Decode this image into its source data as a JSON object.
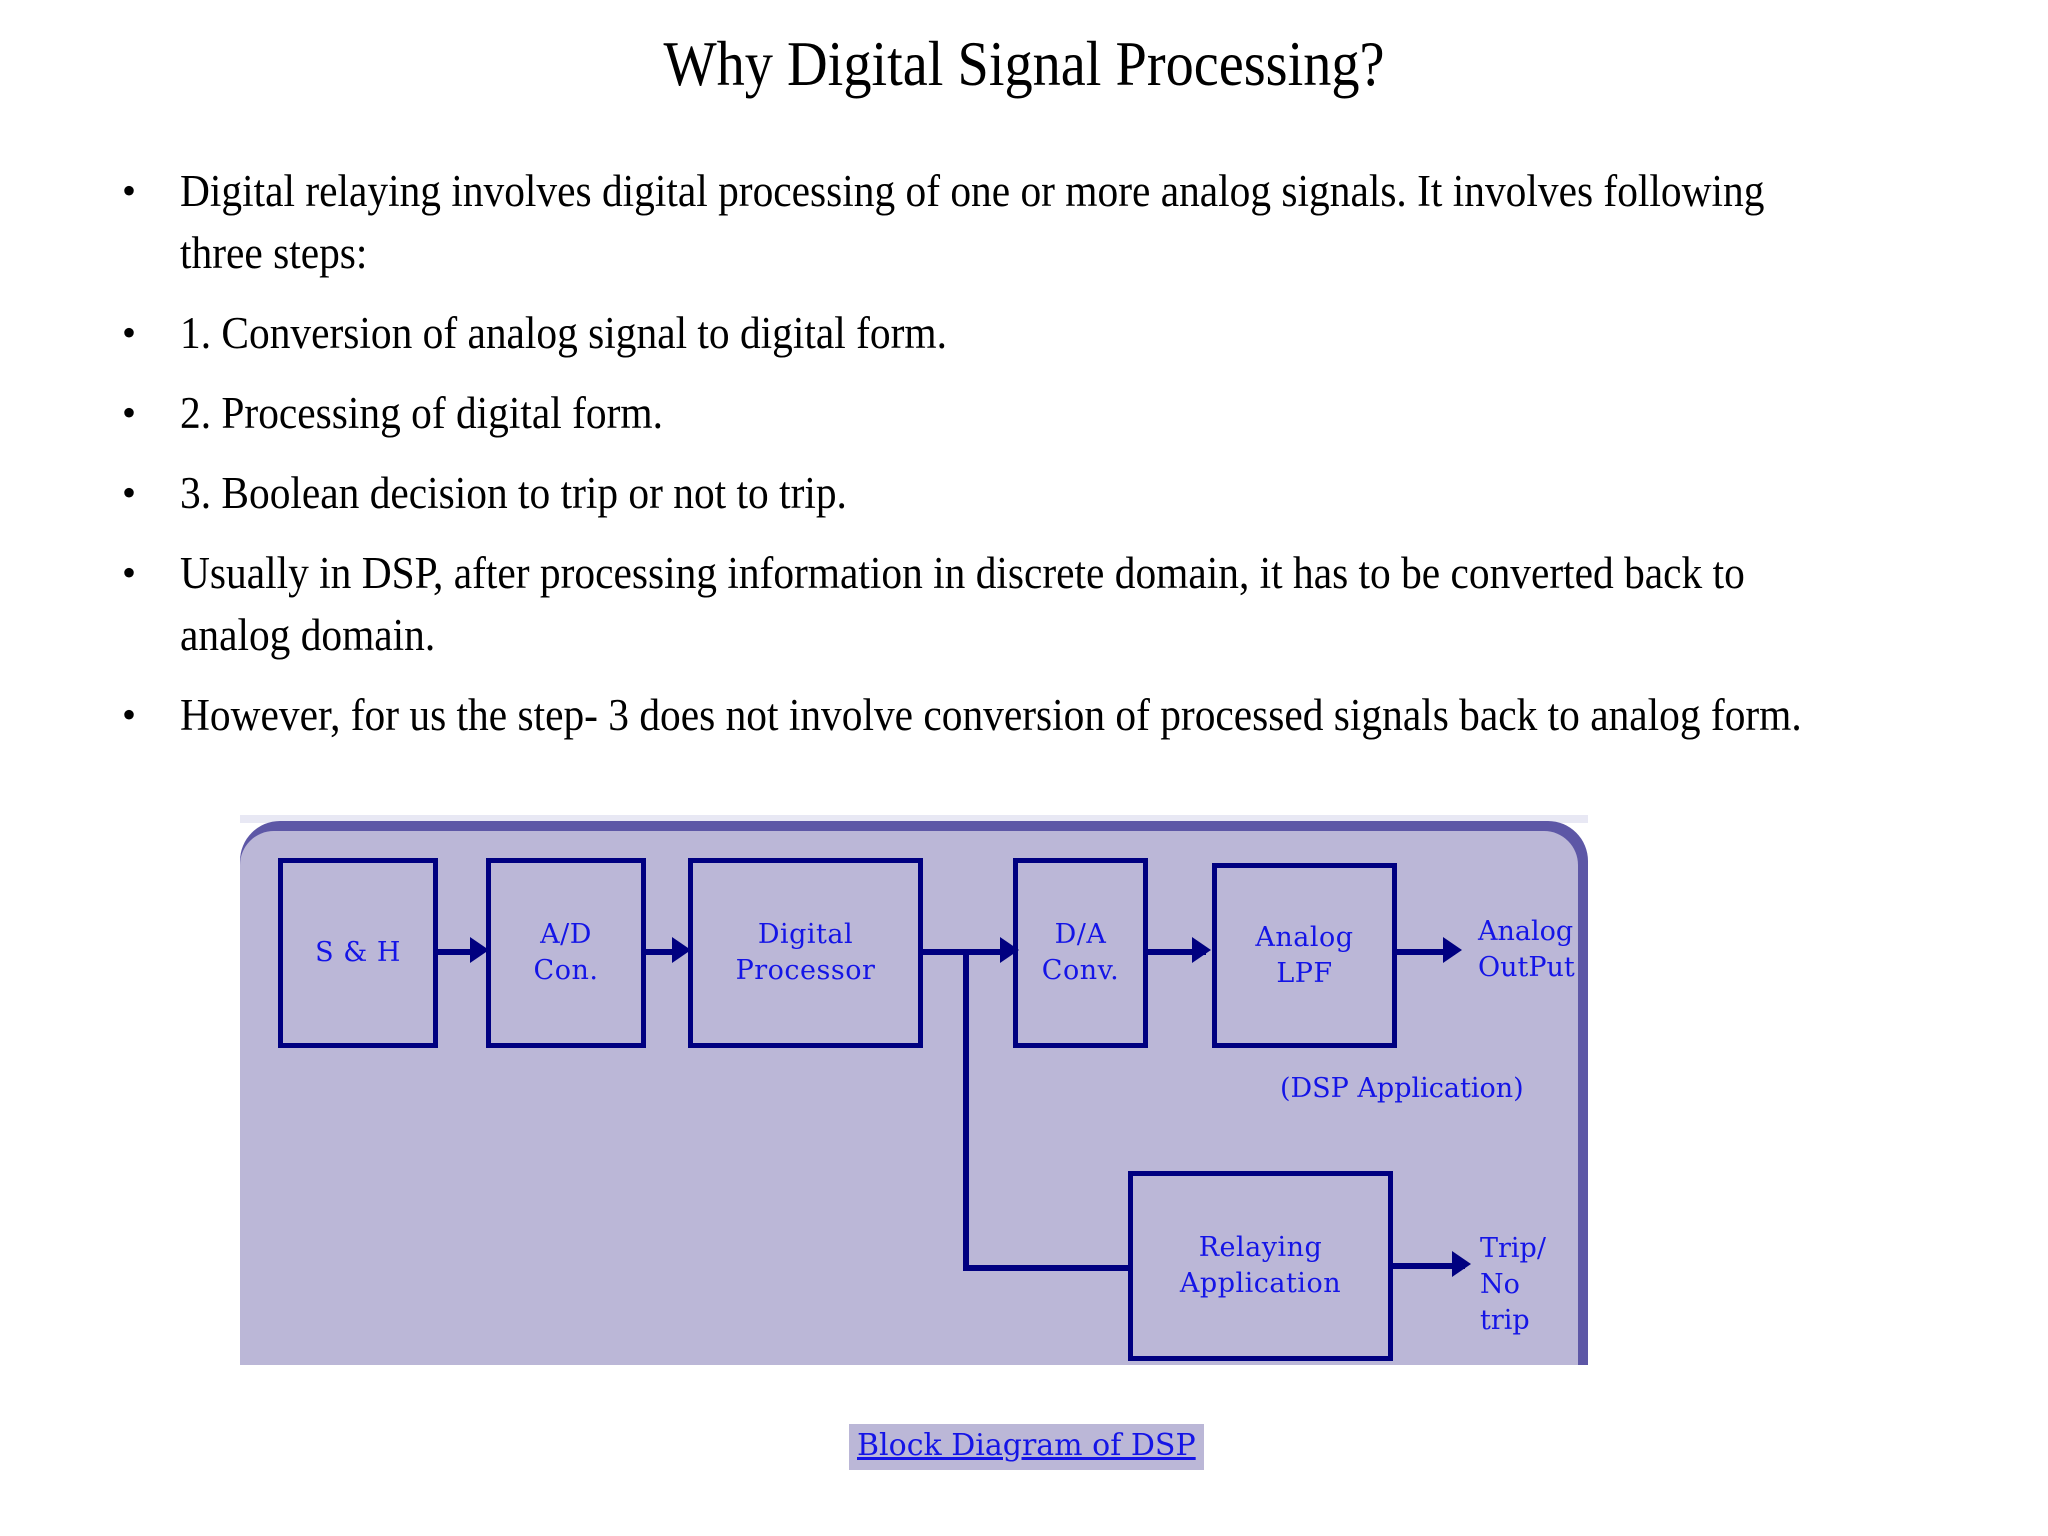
{
  "slide": {
    "title": "Why Digital Signal Processing?",
    "bullet_marker": "•",
    "bullets": [
      "Digital relaying involves digital processing of one or more analog signals. It involves following three steps:",
      "1. Conversion of analog signal to digital form.",
      " 2. Processing of digital form.",
      "3. Boolean decision to trip or not to trip.",
      "Usually in DSP, after processing information in discrete domain, it has to be converted back to analog domain.",
      "However, for us the step- 3 does not involve conversion of processed signals back to analog form."
    ]
  },
  "diagram": {
    "caption": "Block Diagram of DSP",
    "boxes": [
      {
        "id": "sh",
        "label": "S & H"
      },
      {
        "id": "adc",
        "label": "A/D\nCon."
      },
      {
        "id": "dsp",
        "label": "Digital\nProcessor"
      },
      {
        "id": "dac",
        "label": "D/A\nConv."
      },
      {
        "id": "lpf",
        "label": "Analog\nLPF"
      },
      {
        "id": "relay",
        "label": "Relaying\nApplication"
      }
    ],
    "labels": [
      {
        "id": "analog-output",
        "text": "Analog\nOutPut"
      },
      {
        "id": "dsp-application",
        "text": "(DSP Application)"
      },
      {
        "id": "trip-no-trip",
        "text": "Trip/\nNo trip"
      }
    ],
    "colors": {
      "panel_face": "#bbb7d7",
      "panel_edge": "#5d57a6",
      "box_border": "#000080",
      "text_blue": "#1414e6",
      "text_black": "#000000"
    }
  }
}
